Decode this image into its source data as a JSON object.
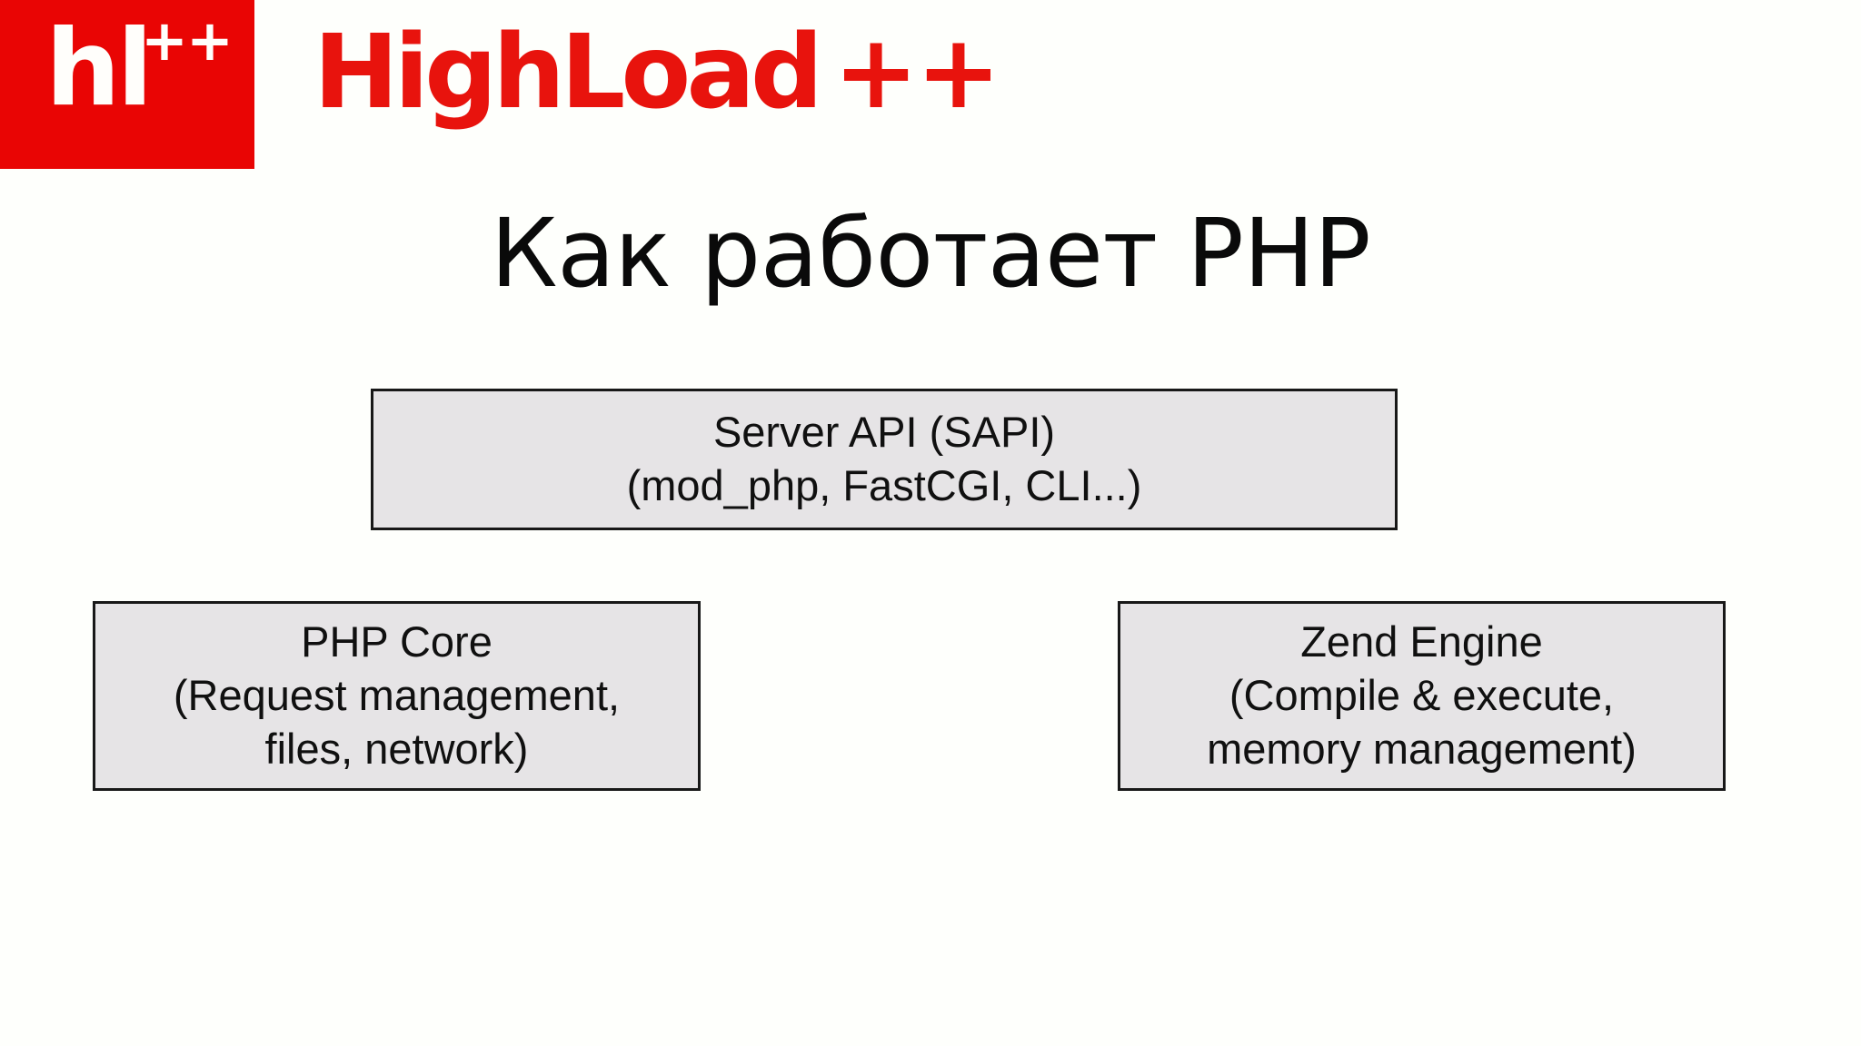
{
  "brand": {
    "mark_text": "hl",
    "mark_superscript": "++",
    "wordmark_high": "High",
    "wordmark_load": "Load",
    "wordmark_plus": "++",
    "brand_color": "#e8130d",
    "mark_bg_color": "#e90504"
  },
  "slide": {
    "title": "Как работает PHP",
    "background_color": "#fefffc"
  },
  "diagram": {
    "type": "block-diagram",
    "box_fill_color": "#e6e4e6",
    "box_border_color": "#181818",
    "nodes": [
      {
        "id": "sapi",
        "lines": [
          "Server API (SAPI)",
          "(mod_php, FastCGI, CLI...)"
        ]
      },
      {
        "id": "php-core",
        "lines": [
          "PHP Core",
          "(Request management,",
          "files, network)"
        ]
      },
      {
        "id": "zend",
        "lines": [
          "Zend Engine",
          "(Compile & execute,",
          "memory management)"
        ]
      }
    ]
  }
}
